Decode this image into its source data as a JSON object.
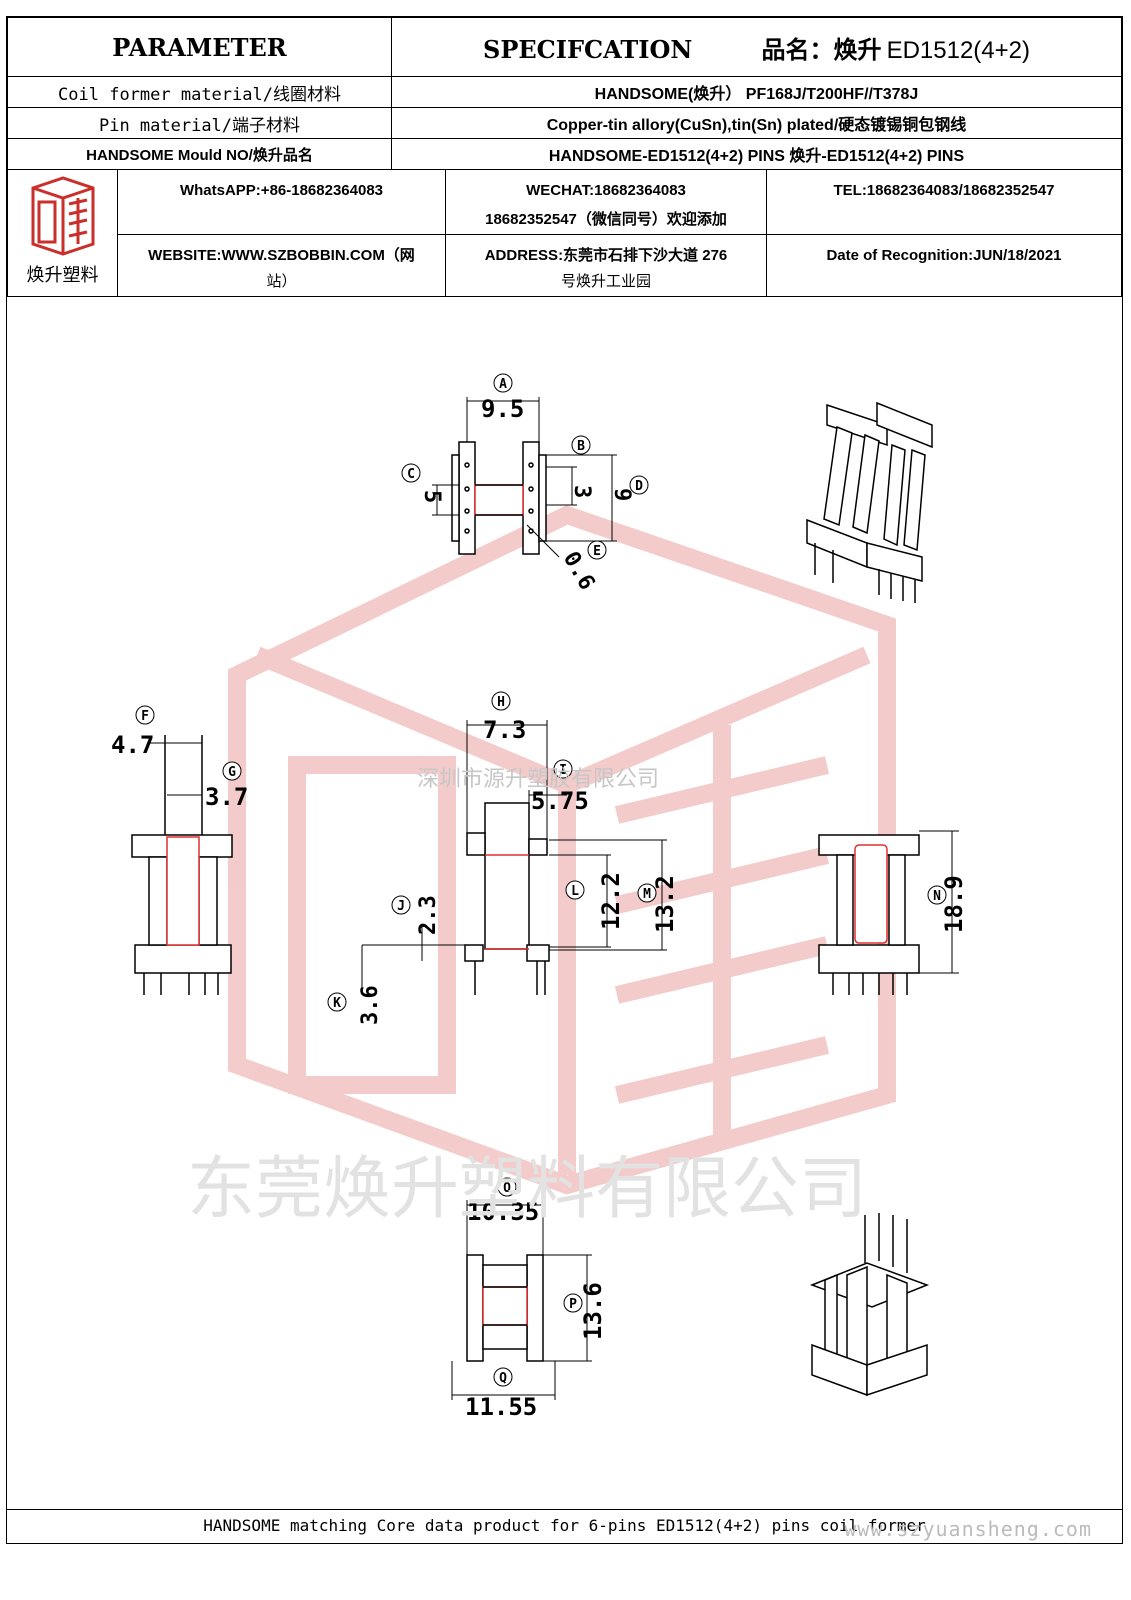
{
  "header": {
    "parameter": "PARAMETER",
    "specification": "SPECIFCATION",
    "product_prefix": "品名：焕升",
    "product_model": "ED1512(4+2)"
  },
  "rows": [
    {
      "label": "Coil former material/线圈材料",
      "value": "HANDSOME(焕升）   PF168J/T200HF//T378J"
    },
    {
      "label": "Pin material/端子材料",
      "value": "Copper-tin allory(CuSn),tin(Sn) plated/硬态镀锡铜包钢线"
    },
    {
      "label": "HANDSOME Mould NO/焕升品名",
      "value": "HANDSOME-ED1512(4+2) PINS    焕升-ED1512(4+2) PINS"
    }
  ],
  "contact": {
    "logo_text": "焕升塑料",
    "whatsapp": "WhatsAPP:+86-18682364083",
    "wechat_line1": "WECHAT:18682364083",
    "wechat_line2": "18682352547（微信同号）欢迎添加",
    "tel": "TEL:18682364083/18682352547",
    "website_line1": "WEBSITE:WWW.SZBOBBIN.COM（网",
    "website_line2": "站）",
    "address_line1": "ADDRESS:东莞市石排下沙大道 276",
    "address_line2": "号焕升工业园",
    "date": "Date of Recognition:JUN/18/2021"
  },
  "dimensions": {
    "A": "9.5",
    "B": "3",
    "C": "5",
    "D": "9",
    "E": "0.6",
    "F": "4.7",
    "G": "3.7",
    "H": "7.3",
    "I": "5.75",
    "J": "2.3",
    "K": "3.6",
    "L": "12.2",
    "M": "13.2",
    "N": "18.9",
    "O": "10.35",
    "P": "13.6",
    "Q": "11.55"
  },
  "markers": {
    "A": "A",
    "B": "B",
    "C": "C",
    "D": "D",
    "E": "E",
    "F": "F",
    "G": "G",
    "H": "H",
    "I": "I",
    "J": "J",
    "K": "K",
    "L": "L",
    "M": "M",
    "N": "N",
    "O": "O",
    "P": "P",
    "Q": "Q"
  },
  "watermarks": {
    "company_small": "深圳市源升塑胶有限公司",
    "company_large": "东莞焕升塑料有限公司",
    "url": "www.szyuansheng.com"
  },
  "footer": "HANDSOME matching Core data  product for 6-pins ED1512(4+2) pins coil former",
  "colors": {
    "line": "#000000",
    "window": "#e03030",
    "watermark": "#f3c6c6"
  }
}
